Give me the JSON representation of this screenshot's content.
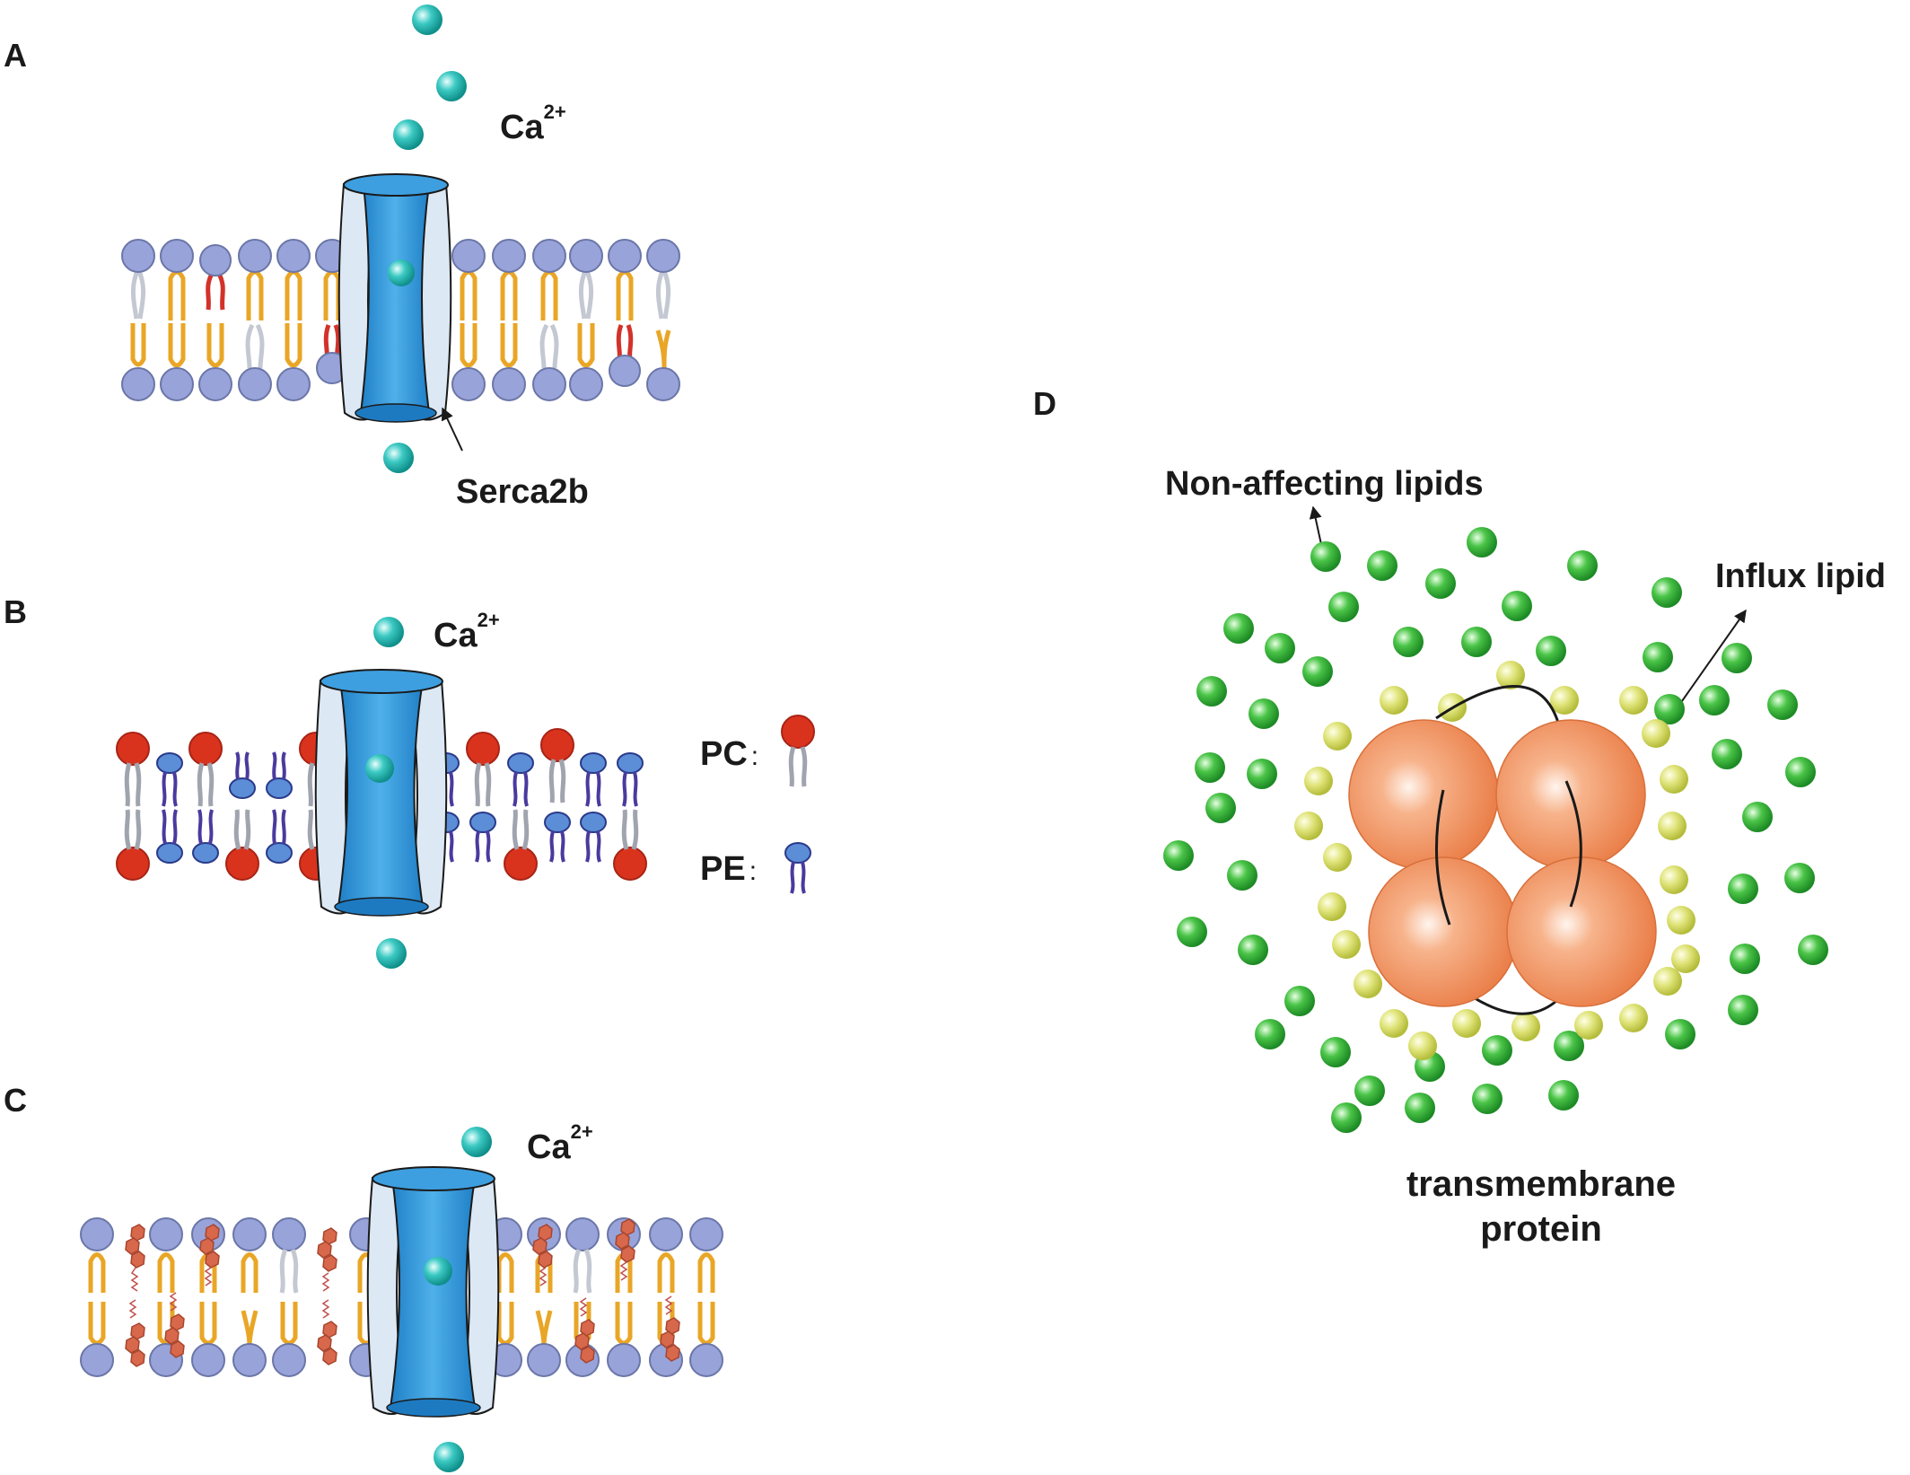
{
  "panels": {
    "a": {
      "label": "A",
      "ion": "Ca",
      "charge": "2+",
      "protein_label": "Serca2b"
    },
    "b": {
      "label": "B",
      "ion": "Ca",
      "charge": "2+",
      "legend": {
        "pc": "PC",
        "pe": "PE",
        "sep": ":"
      }
    },
    "c": {
      "label": "C",
      "ion": "Ca",
      "charge": "2+"
    },
    "d": {
      "label": "D",
      "non_affecting": "Non-affecting lipids",
      "influx": "Influx lipid",
      "protein_line1": "transmembrane",
      "protein_line2": "protein"
    }
  },
  "colors": {
    "head_blue": "#98a3d9",
    "head_red": "#d9331e",
    "head_pe": "#5b8ed6",
    "tail_orange": "#e9a626",
    "tail_grey": "#c4c8d2",
    "tail_red": "#d2322a",
    "tail_purple": "#4a3a9e",
    "channel_blue": "#2e93d8",
    "channel_light": "#dce8f4",
    "ion_teal": "#1ab8b3",
    "green_lipid": "#3cb83c",
    "yellow_lipid": "#d2dc5a",
    "protein_orange": "#ef8f5c",
    "cholesterol": "#d8684c"
  }
}
